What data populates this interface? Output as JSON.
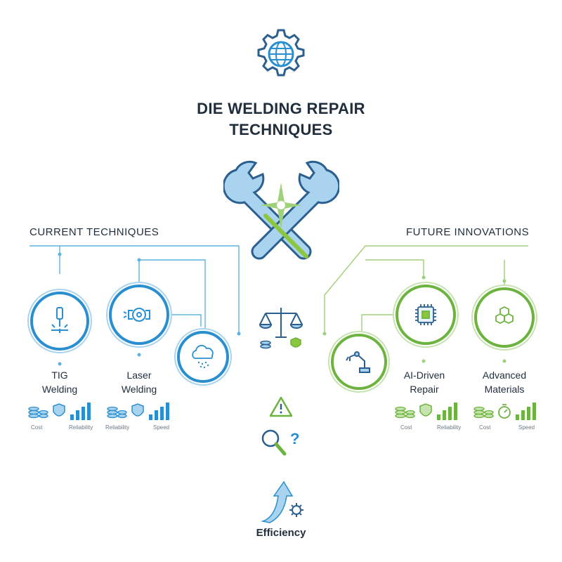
{
  "title": {
    "line1": "DIE WELDING REPAIR",
    "line2": "TECHNIQUES"
  },
  "sections": {
    "current": "CURRENT TECHNIQUES",
    "future": "FUTURE INNOVATIONS"
  },
  "techniques": {
    "tig": {
      "line1": "TIG",
      "line2": "Welding",
      "metric_left": "Cost",
      "metric_right": "Reliability"
    },
    "laser": {
      "line1": "Laser",
      "line2": "Welding",
      "metric_left": "Reliability",
      "metric_right": "Speed"
    },
    "ai": {
      "line1": "AI-Driven",
      "line2": "Repair",
      "metric_left": "Cost",
      "metric_right": "Reliability"
    },
    "advanced": {
      "line1": "Advanced",
      "line2": "Materials",
      "metric_left": "Cost",
      "metric_right": "Speed"
    }
  },
  "footer": {
    "efficiency": "Efficiency"
  },
  "colors": {
    "blue": "#2a8fd0",
    "blue_light": "#5fb3e3",
    "green": "#6db33f",
    "green_light": "#9fd07a",
    "dark": "#1f2d3d"
  },
  "icons": [
    "gear-globe-icon",
    "crossed-wrenches-icon",
    "torch-icon",
    "laser-head-icon",
    "cloud-spray-icon",
    "robot-arm-icon",
    "chip-icon",
    "hex-lattice-icon",
    "balance-scale-icon",
    "warning-icon",
    "magnifier-question-icon",
    "growth-arrow-icon"
  ]
}
